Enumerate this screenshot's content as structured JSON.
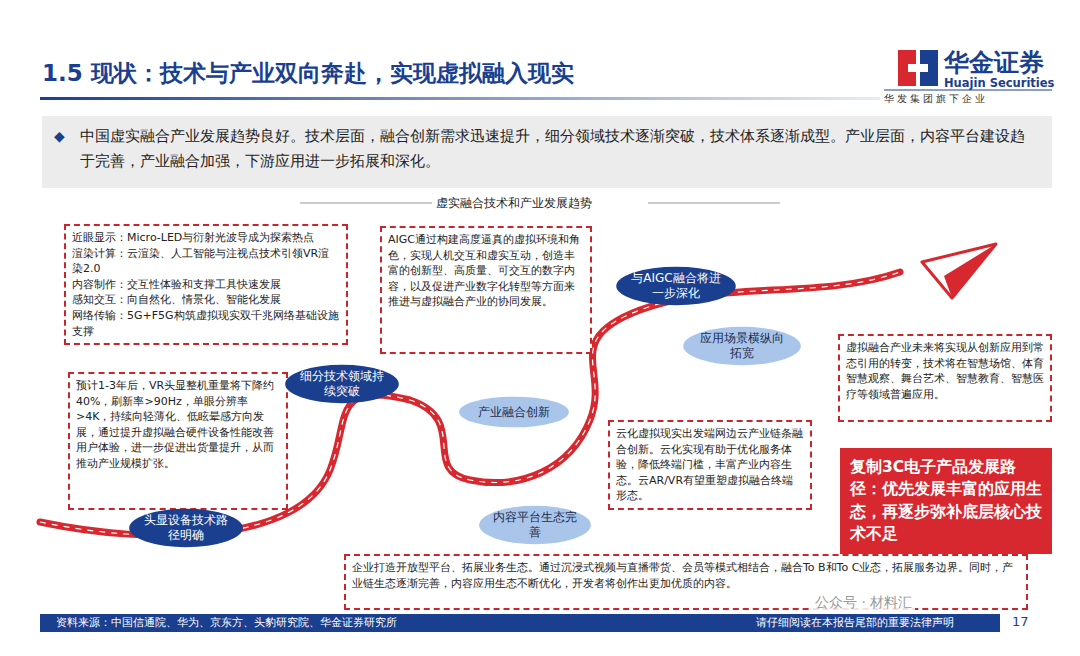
{
  "diagram": {
    "title": "1.5 现状：技术与产业双向奔赴，实现虚拟融入现实",
    "nodes": [
      {
        "text": [
          "◆",
          "中国虚实融合产业发展趋势良好。技术层面，融合创新需求迅速提升，细分领域技术逐渐突破，技术体系逐渐成型。产业层面，内容平台建设趋于完善，产业融合加强，下游应用进一步拓展和深化。"
        ]
      },
      {
        "text": [
          "近眼显示：Micro-LED与衍射光波导成为探索热点",
          "渲染计算：云渲染、人工智能与注视点技术引领VR渲染2.0",
          "内容制作：交互性体验和支撑工具快速发展",
          "感知交互：向自然化、情景化、智能化发展",
          "网络传输：5G+F5G构筑虚拟现实双千兆网络基础设施支撑"
        ]
      },
      {
        "text": [
          "AIGC通过构建高度逼真的虚拟环境和角色，实现人机交互和虚实互动，创造丰富的创新型、高质量、可交互的数字内容，以及促进产业数字化转型等方面来推进与虚拟融合产业的协同发展。"
        ]
      },
      {
        "text": [
          "与AIGC融合将进一步深化"
        ]
      },
      {
        "text": [
          "应用场景横纵向拓宽"
        ]
      },
      {
        "text": [
          "虚拟融合产业未来将实现从创新应用到常态引用的转变，技术将在智慧场馆、体育智慧观察、舞台艺术、智慧教育、智慧医疗等领域普遍应用。"
        ]
      },
      {
        "text": [
          "预计1-3年后，VR头显整机重量将下降约40%，刷新率>90Hz，单眼分辨率>4K，持续向轻薄化、低眩晕感方向发展，通过提升虚拟融合硬件设备性能改善用户体验，进一步促进出货量提升，从而推动产业规模扩张。"
        ]
      },
      {
        "text": [
          "细分技术领域持续突破"
        ]
      },
      {
        "text": [
          "产业融合创新"
        ]
      },
      {
        "text": [
          "云化虚拟现实出发端网边云产业链条融合创新。云化实现有助于优化服务体验，降低终端门槛，丰富产业内容生态。云AR/VR有望重塑虚拟融合终端形态。"
        ]
      },
      {
        "text": [
          "复制3C电子产品发展路径：优先发展丰富的应用生态，再逐步弥补底层核心技术不足"
        ]
      },
      {
        "text": [
          "头显设备技术路径明确"
        ]
      },
      {
        "text": [
          "内容平台生态完善"
        ]
      },
      {
        "text": [
          "企业打造开放型平台、拓展业务生态。通过沉浸式视频与直播带货、会员等模式相结合，融合To B和To C业态，拓展服务边界。同时，产业链生态逐渐完善，内容应用生态不断优化，开发者将创作出更加优质的内容。"
        ]
      }
    ],
    "labels": [
      "华金证券",
      "Huajin Securities",
      "华 发 集 团 旗 下 企 业",
      "虚实融合技术和产业发展趋势",
      "资料来源：中国信通院、华为、京东方、头豹研究院、华金证券研究所",
      "请仔细阅读在本报告尾部的重要法律声明",
      "17",
      "公众号 · 材料汇"
    ]
  }
}
